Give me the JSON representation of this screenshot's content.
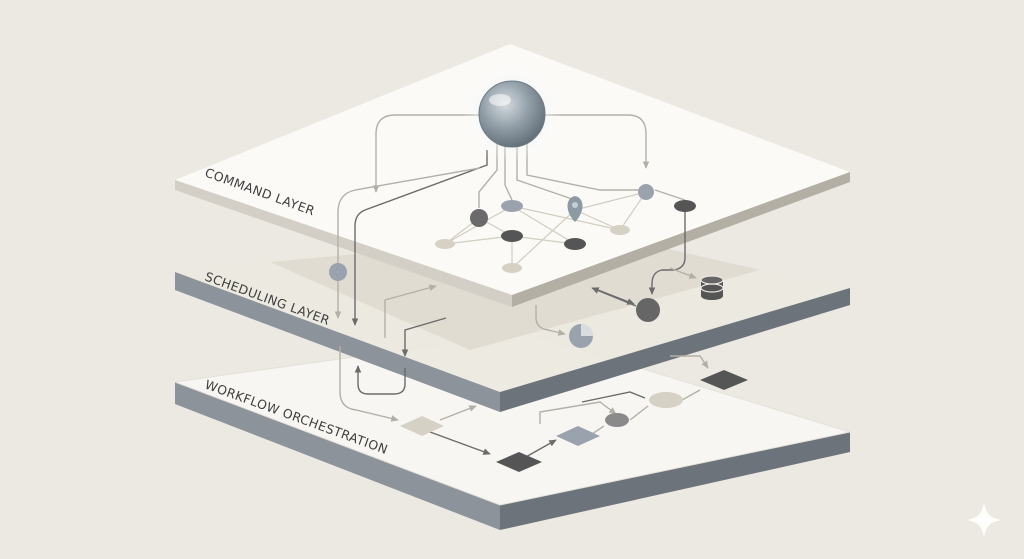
{
  "layers": [
    {
      "label": "COMMAND LAYER"
    },
    {
      "label": "SCHEDULING LAYER"
    },
    {
      "label": "WORKFLOW ORCHESTRATION"
    }
  ],
  "icons": {
    "corner": "sparkle-icon",
    "database": "database-icon",
    "pie": "pie-chart-icon",
    "pin": "map-pin-icon"
  },
  "colors": {
    "background": "#ece8e2",
    "plate_top": "#faf9f6",
    "plate_edge": "#8a9099",
    "hub": "#8d9aa3",
    "node_dark": "#666666",
    "node_blue": "#9aa3ad",
    "node_beige": "#d6d1c5",
    "connector": "#b3b0a8"
  }
}
